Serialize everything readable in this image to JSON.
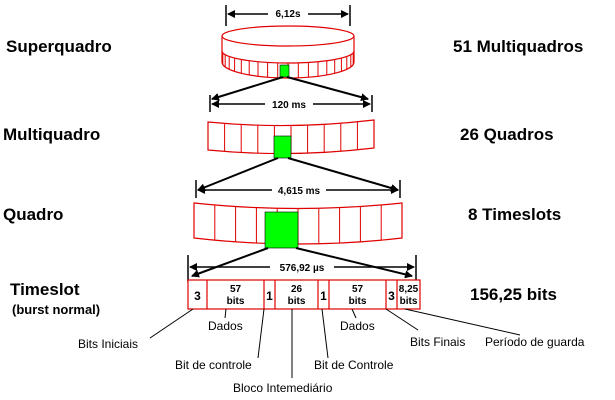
{
  "levels": {
    "superframe": {
      "label": "Superquadro",
      "count": "51 Multiquadros",
      "duration": "6,12s"
    },
    "multiframe": {
      "label": "Multiquadro",
      "count": "26 Quadros",
      "duration": "120 ms"
    },
    "frame": {
      "label": "Quadro",
      "count": "8 Timeslots",
      "duration": "4,615 ms"
    },
    "timeslot": {
      "label": "Timeslot",
      "sublabel": "(burst normal)",
      "count": "156,25 bits",
      "duration": "576,92 µs"
    }
  },
  "burst_fields": [
    {
      "bits": "3",
      "unit": ""
    },
    {
      "bits": "57",
      "unit": "bits"
    },
    {
      "bits": "1",
      "unit": ""
    },
    {
      "bits": "26",
      "unit": "bits"
    },
    {
      "bits": "1",
      "unit": ""
    },
    {
      "bits": "57",
      "unit": "bits"
    },
    {
      "bits": "3",
      "unit": ""
    },
    {
      "bits": "8,25",
      "unit": "bits"
    }
  ],
  "annotations": {
    "tail_start": "Bits Iniciais",
    "data_1": "Dados",
    "control_bit_1": "Bit de controle",
    "training": "Bloco Intemediário",
    "control_bit_2": "Bit de Controle",
    "data_2": "Dados",
    "tail_end": "Bits Finais",
    "guard": "Período de guarda"
  },
  "colors": {
    "frame_red": "#e00000",
    "highlight_green": "#00ff00",
    "arrow": "#000000"
  }
}
